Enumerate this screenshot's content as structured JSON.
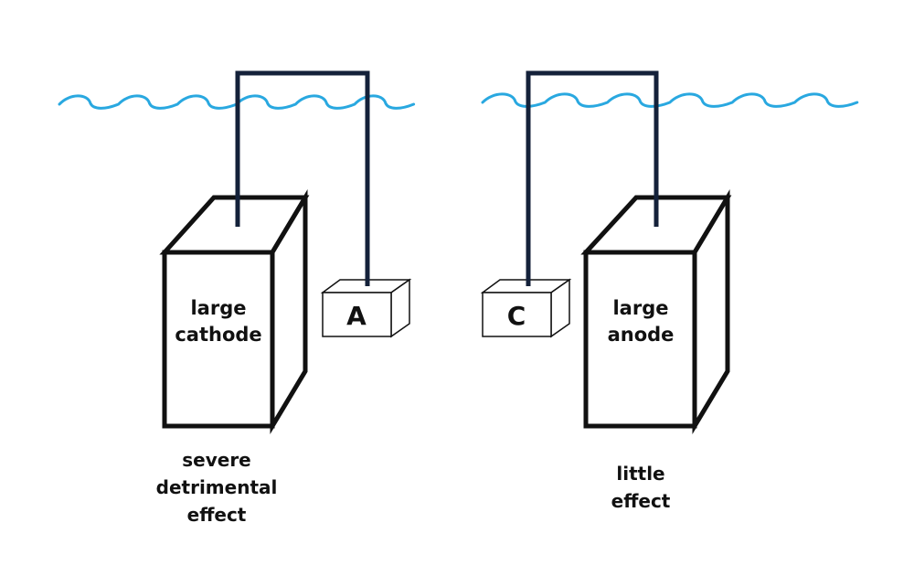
{
  "colors": {
    "water": "#29a8e0",
    "wire": "#14213a",
    "outline": "#111111"
  },
  "left_setup": {
    "block_label_lines": [
      "large",
      "cathode"
    ],
    "small_label": "A",
    "caption_lines": [
      "severe",
      "detrimental",
      "effect"
    ]
  },
  "right_setup": {
    "block_label_lines": [
      "large",
      "anode"
    ],
    "small_label": "C",
    "caption_lines": [
      "little",
      "effect"
    ]
  }
}
